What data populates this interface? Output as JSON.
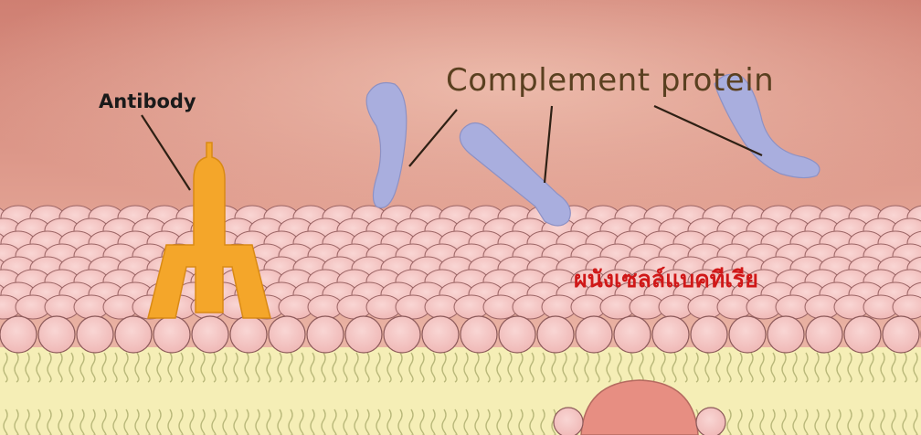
{
  "labels": {
    "antibody": "Antibody",
    "complement": "Complement protein",
    "bacterial_wall": "ผนังเซลล์แบคทีเรีย"
  },
  "colors": {
    "background_top": "#d98b7c",
    "background_bottom": "#e9b6a6",
    "phospholipid_head": "#f3c3c1",
    "phospholipid_outline": "#8c5a5a",
    "lipid_tail": "#b9b87a",
    "membrane_core": "#f5eeb6",
    "antibody": "#f4a62a",
    "complement": "#a9aede",
    "embedded_protein": "#e78e82",
    "label_line": "#3a2a1a"
  },
  "icons": {
    "antibody": "y-shaped-antibody-icon",
    "complement": "complement-protein-icon",
    "protein": "membrane-protein-icon"
  }
}
